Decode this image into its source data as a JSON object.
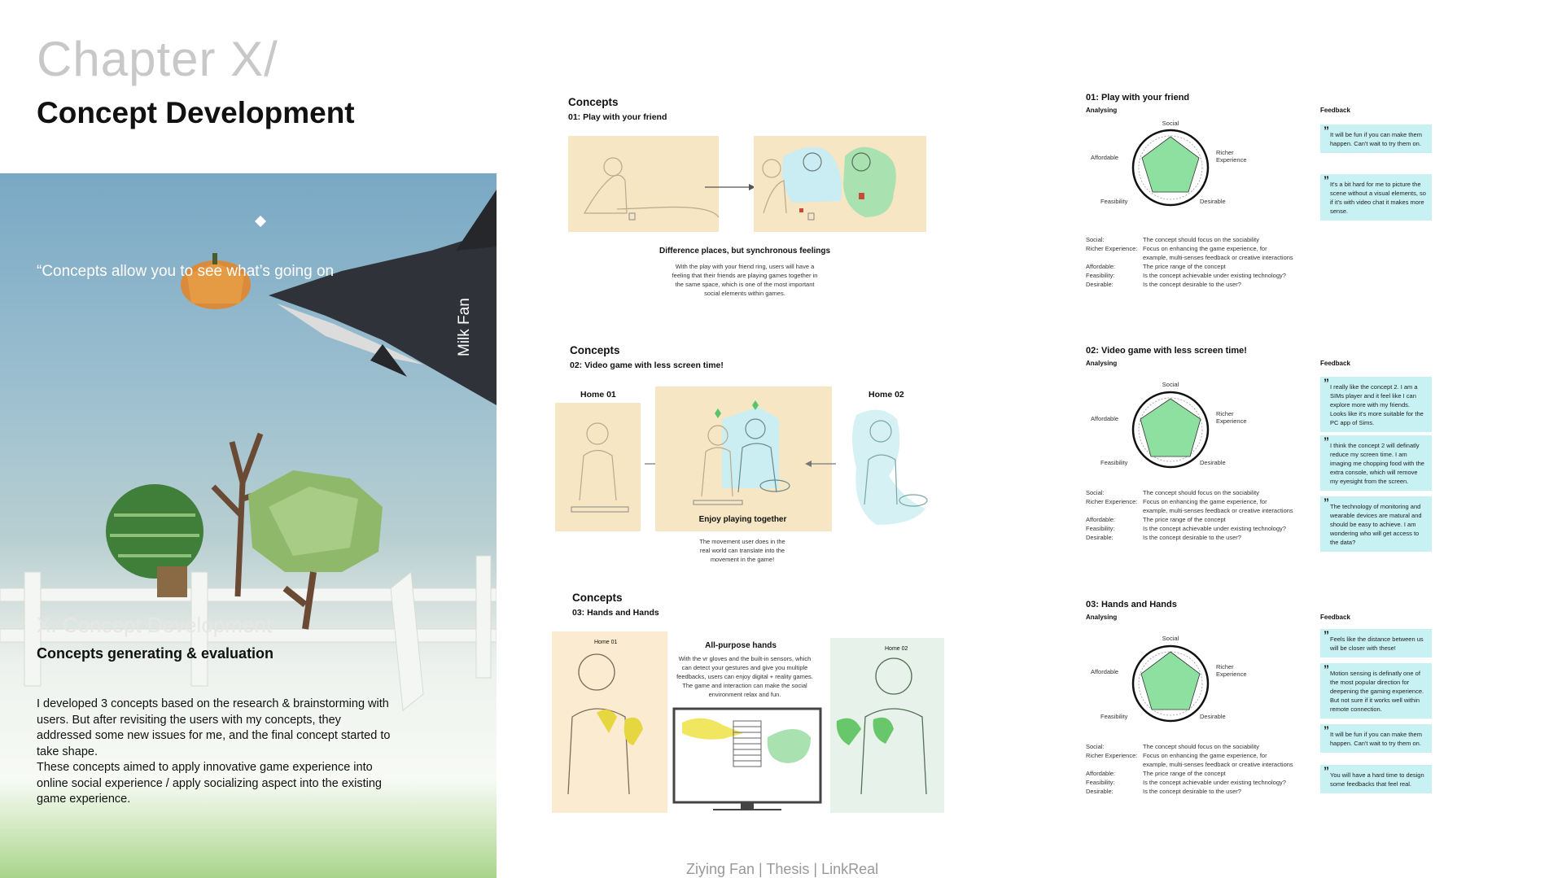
{
  "page": {
    "chapter": "Chapter X/",
    "title": "Concept Development",
    "footer": "Ziying Fan | Thesis | LinkReal"
  },
  "hero": {
    "quote": "“Concepts allow you to see what’s going on",
    "author": "Milk Fan",
    "section": "X. Concept Development",
    "subtitle": "Concepts generating & evaluation",
    "paragraph1": "I developed 3 concepts based on the research & brainstorming with users. But after revisiting the users with my concepts, they addressed some new issues for me, and the final concept started to take shape.",
    "paragraph2": "These concepts aimed to apply innovative game experience into online social experience / apply socializing aspect into the existing game experience."
  },
  "concepts": [
    {
      "heading": "Concepts",
      "name": "01: Play with your friend",
      "caption": "Difference places, but synchronous feelings",
      "description": "With the play with your friend ring, users will have a feeling that their friends are playing games together in the same space, which is one of the most important social elements within games."
    },
    {
      "heading": "Concepts",
      "name": "02: Video game with less screen time!",
      "home1": "Home 01",
      "home2": "Home 02",
      "caption": "Enjoy playing together",
      "description": "The movement user does in the real world can translate into the movement in the game!"
    },
    {
      "heading": "Concepts",
      "name": "03: Hands and Hands",
      "home1": "Home 01",
      "home2": "Home 02",
      "caption": "All-purpose hands",
      "description": "With the vr gloves and the built-in sensors, which can detect your gestures and give you multiple feedbacks, users can enjoy digital + reality games. The game and interaction can make the social environment relax and fun."
    }
  ],
  "analysis_labels": {
    "analysing": "Analysing",
    "feedback": "Feedback",
    "axes": [
      "Social",
      "Richer Experience",
      "Desirable",
      "Feasibility",
      "Affordable"
    ],
    "criteria": [
      {
        "key": "Social:",
        "value": "The concept should focus on the sociability"
      },
      {
        "key": "Richer Experience:",
        "value": "Focus on enhancing the game experience, for example, multi-senses feedback or creative interactions"
      },
      {
        "key": "Affordable:",
        "value": "The price range of the concept"
      },
      {
        "key": "Feasibility:",
        "value": "Is the concept achievable under existing technology?"
      },
      {
        "key": "Desirable:",
        "value": "Is the concept desirable to the user?"
      }
    ]
  },
  "analysis": [
    {
      "title": "01: Play with your friend",
      "feedback": [
        "It will be fun if you can make them happen. Can't wait to try them on.",
        "It's a bit hard for me to picture the scene without a visual elements, so if it's with video chat it makes more sense."
      ]
    },
    {
      "title": "02: Video game with less screen time!",
      "feedback": [
        "I really like the concept 2. I am a SIMs player and it feel like I can explore more with my friends. Looks like it's more suitable for the PC app of Sims.",
        "I think the concept 2 will definatly reduce my screen time. I am imaging me chopping food with the extra console, which will remove my eyesight from the screen.",
        "The technology of monitoring and wearable devices are matural and should be easy to achieve. I am wondering who will get access to the data?"
      ]
    },
    {
      "title": "03: Hands and Hands",
      "feedback": [
        "Feels like the distance between us will be closer with these!",
        "Motion sensing is definatly one of the most popular direction for deepening the gaming experience. But not sure if it works well within remote connection.",
        "It will be fun if you can make them happen. Can't wait to try them on.",
        "You will have a hard time to design some feedbacks that feel real."
      ]
    }
  ]
}
